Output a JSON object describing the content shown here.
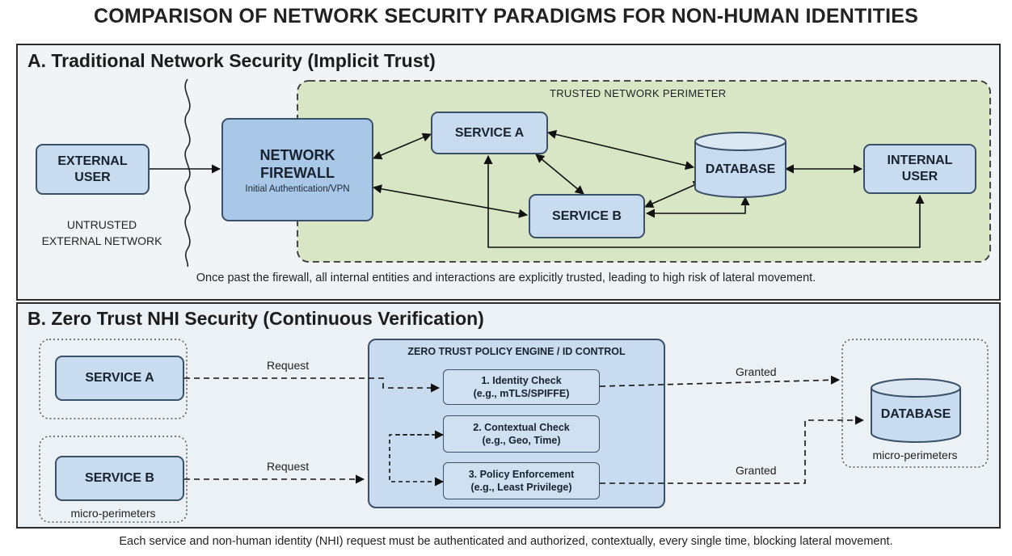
{
  "title": "COMPARISON OF NETWORK SECURITY PARADIGMS FOR NON-HUMAN IDENTITIES",
  "panel_a": {
    "heading": "A. Traditional Network Security (Implicit Trust)",
    "perimeter_label": "TRUSTED NETWORK PERIMETER",
    "external_user": "EXTERNAL USER",
    "firewall_title": "NETWORK FIREWALL",
    "firewall_subtitle": "Initial Authentication/VPN",
    "service_a": "SERVICE A",
    "service_b": "SERVICE B",
    "database": "DATABASE",
    "internal_user": "INTERNAL USER",
    "untrusted_label_1": "UNTRUSTED",
    "untrusted_label_2": "EXTERNAL NETWORK",
    "caption": "Once past the firewall, all internal entities and interactions are explicitly trusted, leading to high risk of lateral movement."
  },
  "panel_b": {
    "heading": "B. Zero Trust NHI Security (Continuous Verification)",
    "service_a": "SERVICE A",
    "service_b": "SERVICE B",
    "micro_perimeters_label": "micro-perimeters",
    "engine_title": "ZERO TRUST POLICY ENGINE / ID CONTROL",
    "check_1_title": "1. Identity Check",
    "check_1_detail": "(e.g., mTLS/SPIFFE)",
    "check_2_title": "2. Contextual Check",
    "check_2_detail": "(e.g., Geo, Time)",
    "check_3_title": "3. Policy Enforcement",
    "check_3_detail": "(e.g., Least Privilege)",
    "request_label": "Request",
    "granted_label": "Granted",
    "database": "DATABASE",
    "db_micro_label": "micro-perimeters"
  },
  "footer": "Each service and non-human identity (NHI) request must be authenticated and authorized, contextually, every single time, blocking lateral movement.",
  "colors": {
    "trusted_zone": "#d8e6c6",
    "box_fill": "#c9dcef",
    "firewall_fill": "#a9c7e6",
    "panel_bg": "#eef2f5"
  }
}
